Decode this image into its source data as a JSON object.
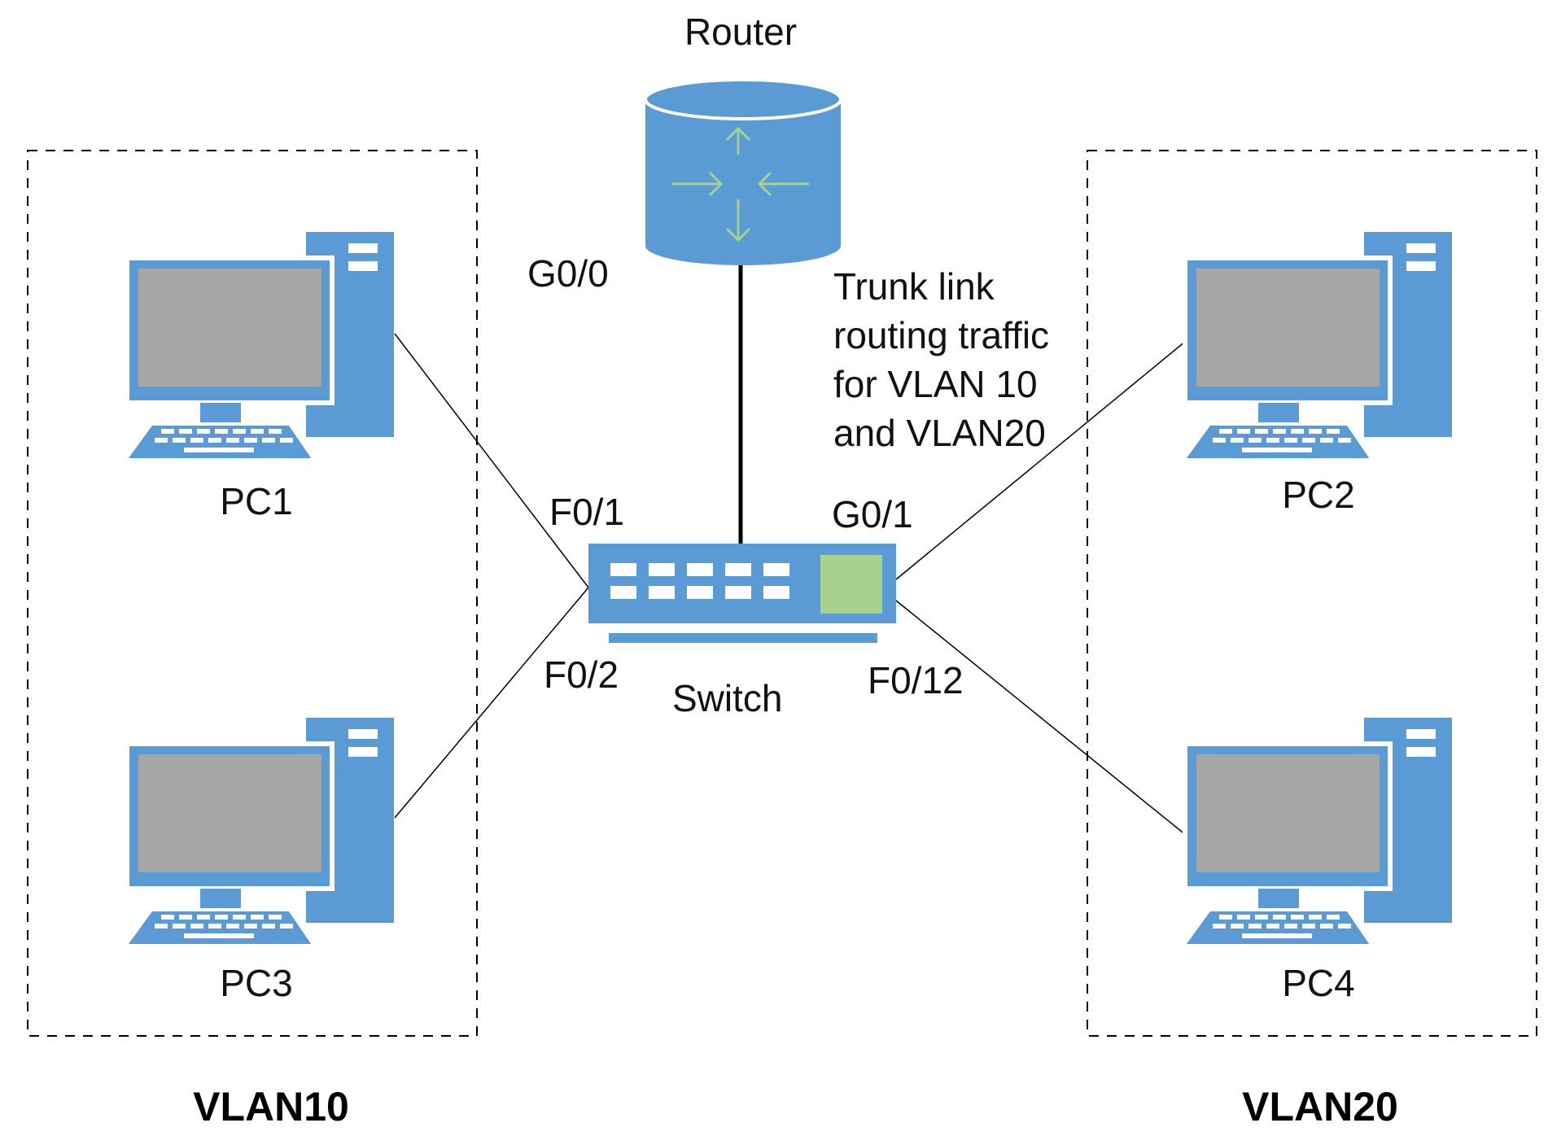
{
  "router": {
    "label": "Router",
    "port": "G0/0"
  },
  "switch": {
    "label": "Switch",
    "ports": {
      "pc1": "F0/1",
      "pc3": "F0/2",
      "pc4": "F0/12",
      "trunk": "G0/1"
    }
  },
  "trunk_note": [
    "Trunk link",
    "routing traffic",
    "for VLAN 10",
    "and VLAN20"
  ],
  "pcs": {
    "pc1": "PC1",
    "pc2": "PC2",
    "pc3": "PC3",
    "pc4": "PC4"
  },
  "vlans": {
    "left": "VLAN10",
    "right": "VLAN20"
  },
  "colors": {
    "device_blue": "#5b9bd5",
    "screen_gray": "#a6a6a6",
    "router_arrow": "#a9d18e",
    "switch_port_green": "#a9d18e",
    "line": "#000000"
  },
  "icons": {
    "router": "router-icon",
    "switch": "switch-icon",
    "pc": "desktop-computer-icon"
  }
}
